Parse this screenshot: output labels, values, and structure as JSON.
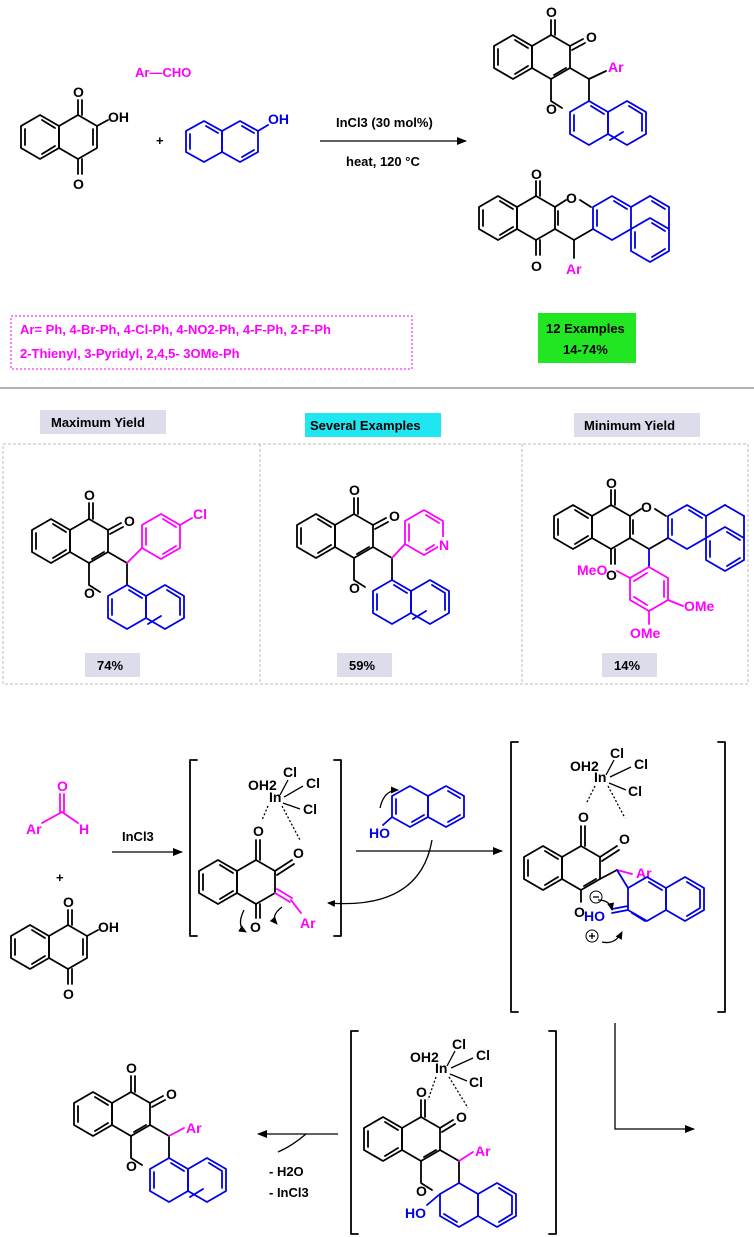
{
  "labels": {
    "aldehyde": "Ar—CHO",
    "plus": "+",
    "catalyst": "InCl3 (30 mol%)",
    "conditions": "heat, 120 °C",
    "substituents_line1": "Ar= Ph, 4-Br-Ph, 4-Cl-Ph, 4-NO2-Ph, 4-F-Ph, 2-F-Ph",
    "substituents_line2": "2-Thienyl, 3-Pyridyl, 2,4,5- 3OMe-Ph",
    "examples_count": "12 Examples",
    "yield_range": "14-74%"
  },
  "panels": [
    {
      "header": "Maximum Yield",
      "yield": "74%",
      "header_color": "#dcdcea",
      "substituent": "Cl"
    },
    {
      "header": "Several Examples",
      "yield": "59%",
      "header_color": "#1fe6f0",
      "substituent": "N"
    },
    {
      "header": "Minimum Yield",
      "yield": "14%",
      "header_color": "#dcdcea",
      "substituent": "OMe"
    }
  ],
  "mechanism": {
    "catalyst": "InCl3",
    "ligand": "OH2",
    "metal": "In",
    "chloride": "Cl",
    "hydroxy": "HO",
    "aldehyde_H": "H",
    "aryl": "Ar",
    "elimination_1": "- H2O",
    "elimination_2": "- InCl3"
  },
  "atoms": {
    "oxygen": "O",
    "hydroxyl": "OH",
    "aryl": "Ar",
    "methoxy": "MeO",
    "nitrogen": "N"
  },
  "colors": {
    "magenta": "#ff00ff",
    "blue": "#0000e6",
    "green": "#22e622",
    "cyan": "#1fe6f0",
    "lavender": "#dcdcea"
  }
}
